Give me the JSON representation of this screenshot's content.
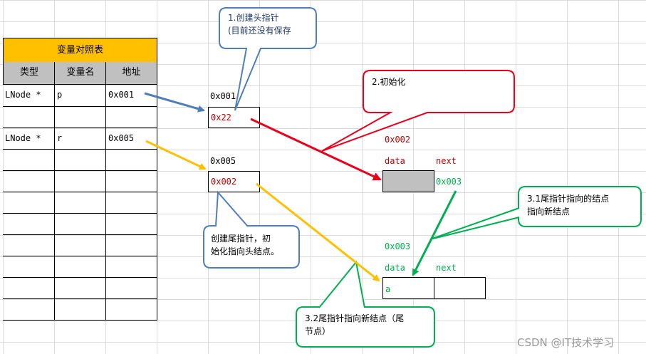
{
  "table": {
    "title": "变量对照表",
    "headers": [
      "类型",
      "变量名",
      "地址"
    ],
    "rows": [
      [
        "LNode *",
        "p",
        "0x001"
      ],
      [
        "",
        "",
        ""
      ],
      [
        "LNode *",
        "r",
        "0x005"
      ],
      [
        "",
        "",
        ""
      ],
      [
        "",
        "",
        ""
      ],
      [
        "",
        "",
        ""
      ],
      [
        "",
        "",
        ""
      ],
      [
        "",
        "",
        ""
      ],
      [
        "",
        "",
        ""
      ],
      [
        "",
        "",
        ""
      ],
      [
        "",
        "",
        ""
      ]
    ]
  },
  "memory": {
    "p_addr": "0x001",
    "p_value": "0x22",
    "r_addr": "0x005",
    "r_value": "0x002",
    "head_node": {
      "addr": "0x002",
      "data_label": "data",
      "next_label": "next",
      "data": "",
      "next": "0x003"
    },
    "new_node": {
      "addr": "0x003",
      "data_label": "data",
      "next_label": "next",
      "data": "a",
      "next": ""
    }
  },
  "callouts": {
    "c1_line1": "1.创建头指针",
    "c1_line2": "(目前还没有保存",
    "c2": "2.初始化",
    "c3_line1": "创建尾指针，初",
    "c3_line2": "始化指向头结点。",
    "c31_line1": "3.1尾指针指向的结点",
    "c31_line2": "指向新结点",
    "c32_line1": "3.2尾指针指向新结点（尾",
    "c32_line2": "节点）"
  },
  "watermark": "CSDN @IT技术学习",
  "colors": {
    "blue": "#4f7fb8",
    "red": "#e8001c",
    "yellow": "#ffc000",
    "green": "#00b050",
    "header_gray": "#c0c0c0",
    "node_fill": "#c0c0c0"
  }
}
